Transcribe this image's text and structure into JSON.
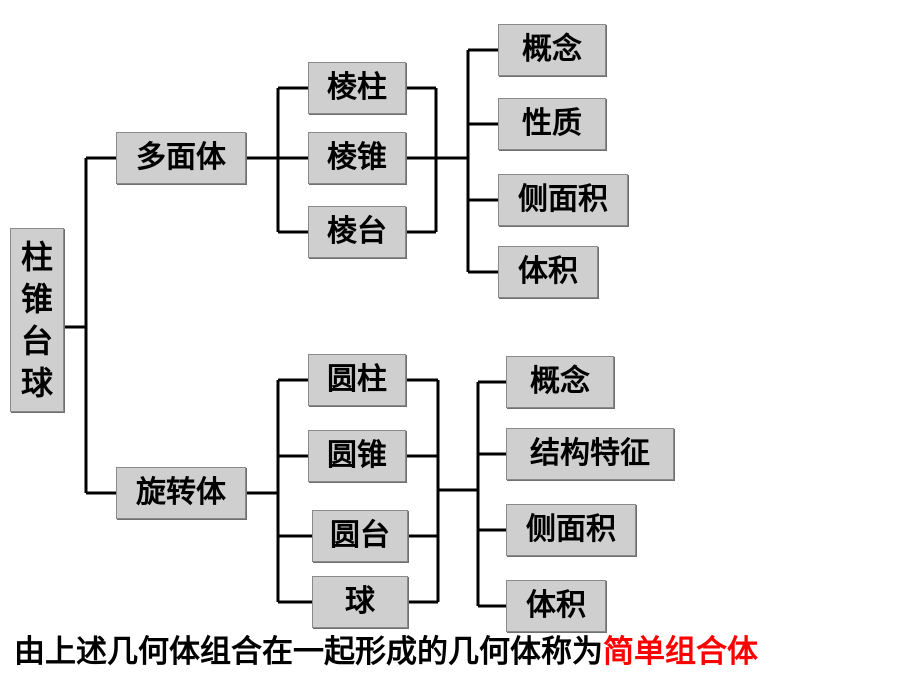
{
  "root": {
    "label_chars": [
      "柱",
      "锥",
      "台",
      "球"
    ]
  },
  "branches": {
    "polyhedron": {
      "label": "多面体",
      "items": [
        "棱柱",
        "棱锥",
        "棱台"
      ],
      "attributes": [
        "概念",
        "性质",
        "侧面积",
        "体积"
      ]
    },
    "solid_of_revolution": {
      "label": "旋转体",
      "items": [
        "圆柱",
        "圆锥",
        "圆台",
        "球"
      ],
      "attributes": [
        "概念",
        "结构特征",
        "侧面积",
        "体积"
      ]
    }
  },
  "footer": {
    "text": "由上述几何体组合在一起形成的几何体称为",
    "highlight": "简单组合体",
    "highlight_color": "#ff0000"
  }
}
